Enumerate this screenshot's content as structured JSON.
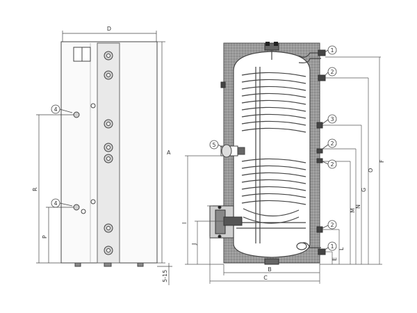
{
  "dimensions": {
    "A": "A",
    "B": "B",
    "C": "C",
    "D": "D",
    "E": "E",
    "F": "F",
    "G": "G",
    "I": "I",
    "J": "J",
    "L": "L",
    "M": "M",
    "N": "N",
    "O": "O",
    "P": "P",
    "R": "R",
    "gap": "5-15"
  },
  "connections": {
    "c1": "1",
    "c2a": "2",
    "c3": "3",
    "c2b": "2",
    "c2c": "2",
    "c2d": "2",
    "c1b": "1",
    "c5": "5",
    "c4a": "4",
    "c4b": "4"
  }
}
